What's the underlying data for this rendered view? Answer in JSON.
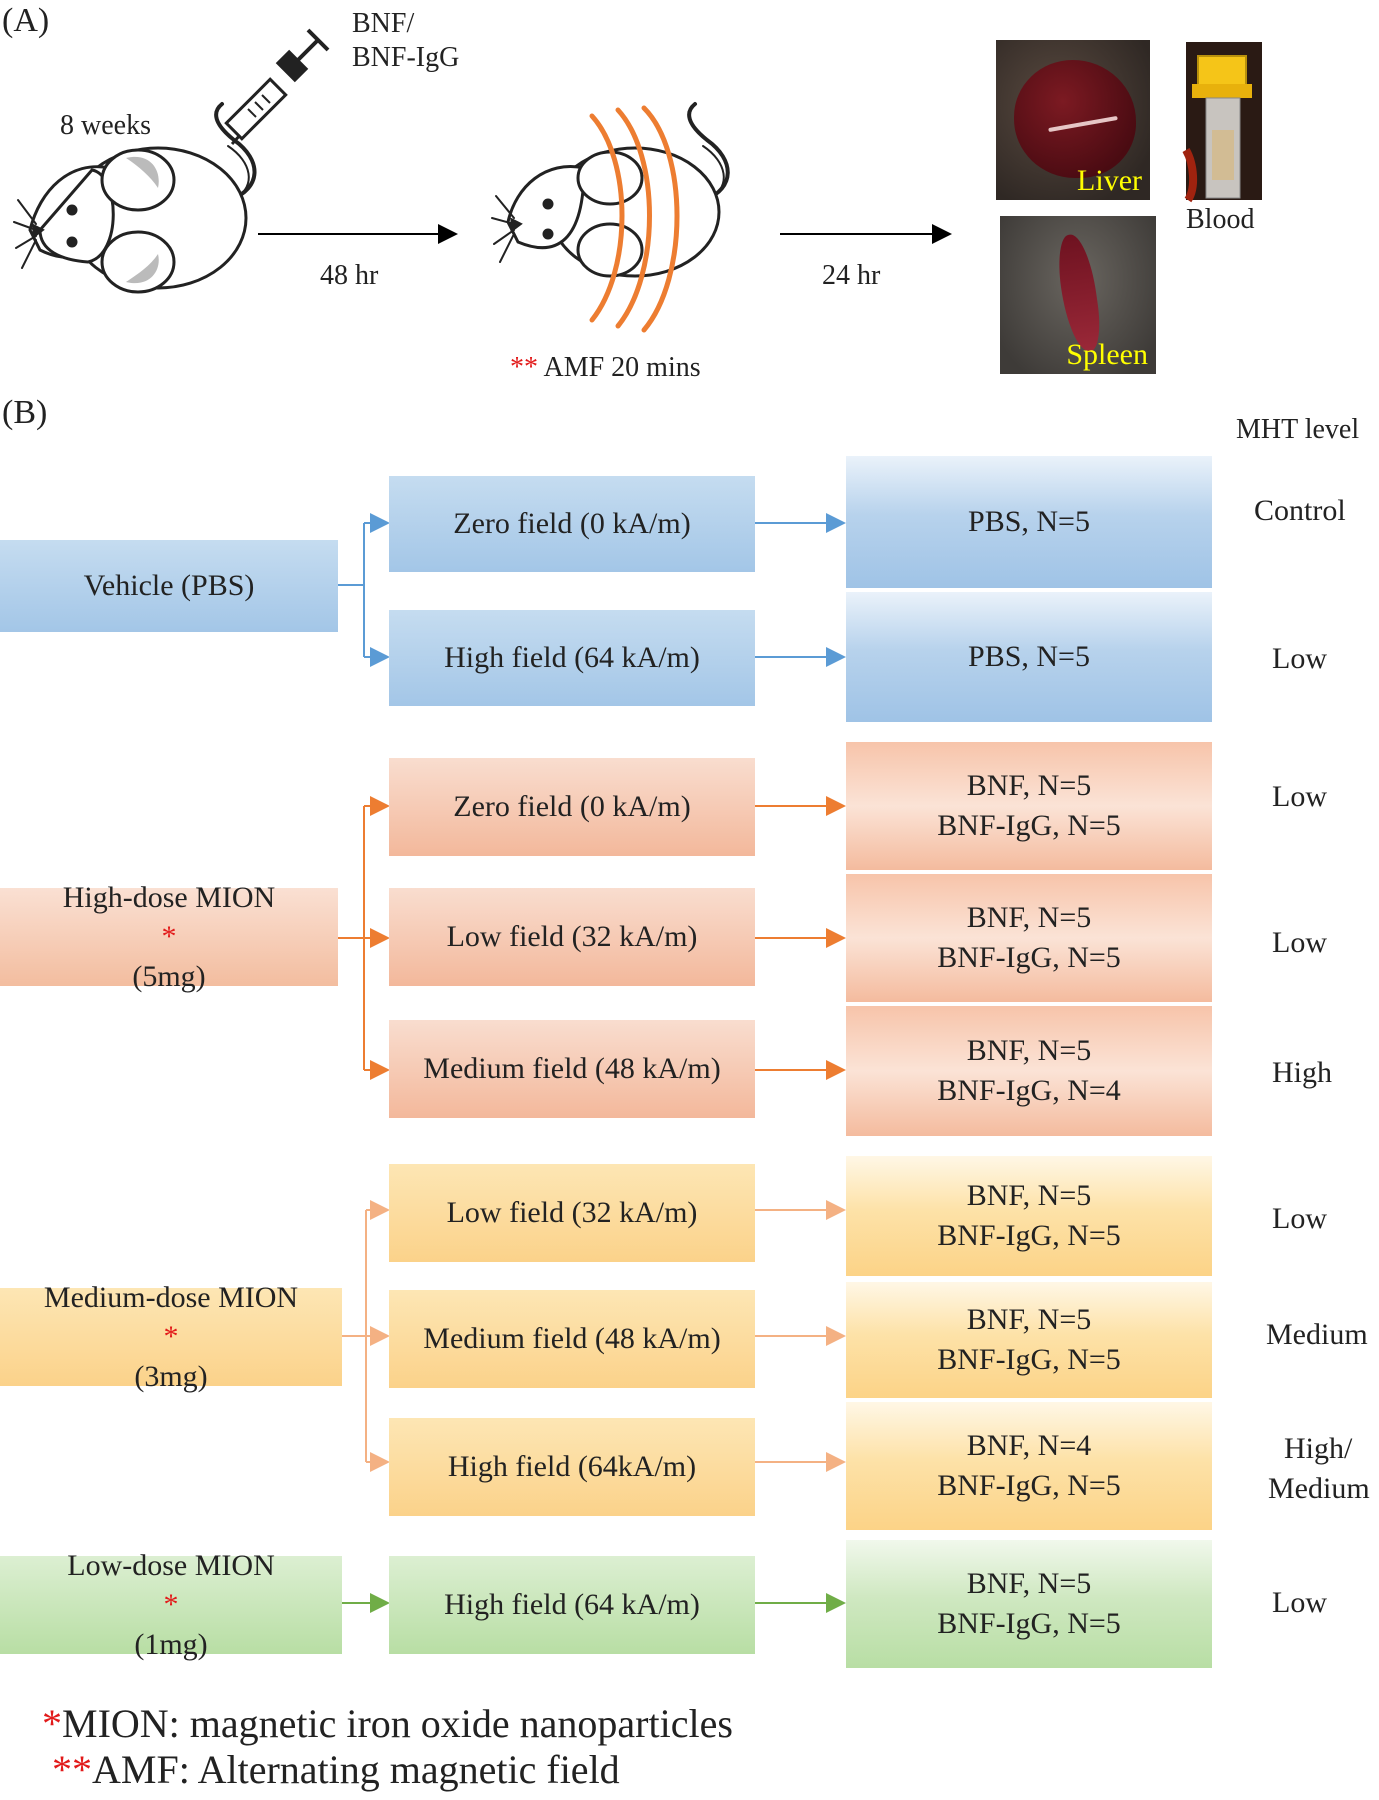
{
  "panel_a": {
    "label": "(A)",
    "injection_label_1": "BNF/",
    "injection_label_2": "BNF-IgG",
    "age_label": "8 weeks",
    "step1_time": "48 hr",
    "amf_marker": "**",
    "amf_label": "AMF 20 mins",
    "step2_time": "24 hr",
    "liver_label": "Liver",
    "spleen_label": "Spleen",
    "blood_label": "Blood"
  },
  "panel_b": {
    "label": "(B)",
    "mht_header": "MHT level",
    "vehicle": {
      "label": "Vehicle (PBS)"
    },
    "high_dose": {
      "line1": "High-dose MION",
      "star": "*",
      "line2": "(5mg)"
    },
    "medium_dose": {
      "line1": "Medium-dose MION",
      "star": "*",
      "line2": "(3mg)"
    },
    "low_dose": {
      "line1": "Low-dose MION",
      "star": "*",
      "line2": "(1mg)"
    },
    "rows": [
      {
        "field": "Zero field (0 kA/m)",
        "result1": "PBS, N=5",
        "result2": "",
        "mht": "Control"
      },
      {
        "field": "High field (64 kA/m)",
        "result1": "PBS, N=5",
        "result2": "",
        "mht": "Low"
      },
      {
        "field": "Zero field (0 kA/m)",
        "result1": "BNF, N=5",
        "result2": "BNF-IgG, N=5",
        "mht": "Low"
      },
      {
        "field": "Low field (32 kA/m)",
        "result1": "BNF, N=5",
        "result2": "BNF-IgG, N=5",
        "mht": "Low"
      },
      {
        "field": "Medium field (48 kA/m)",
        "result1": "BNF, N=5",
        "result2": "BNF-IgG, N=4",
        "mht": "High"
      },
      {
        "field": "Low field (32 kA/m)",
        "result1": "BNF, N=5",
        "result2": "BNF-IgG, N=5",
        "mht": "Low"
      },
      {
        "field": "Medium field (48 kA/m)",
        "result1": "BNF, N=5",
        "result2": "BNF-IgG, N=5",
        "mht": "Medium"
      },
      {
        "field": "High field (64kA/m)",
        "result1": "BNF, N=4",
        "result2": "BNF-IgG, N=5",
        "mht": "High/",
        "mht2": "Medium"
      },
      {
        "field": "High field (64 kA/m)",
        "result1": "BNF, N=5",
        "result2": "BNF-IgG, N=5",
        "mht": "Low"
      }
    ]
  },
  "footnotes": {
    "mion_star": "*",
    "mion_text": "MION: magnetic iron oxide nanoparticles",
    "amf_star": "**",
    "amf_text": "AMF: Alternating magnetic field"
  },
  "colors": {
    "vehicle_arrow": "#5b9bd5",
    "high_dose_arrow": "#ed7d31",
    "medium_dose_arrow": "#f4b183",
    "low_dose_arrow": "#70ad47",
    "coil": "#ed7d31",
    "star": "#e21a1a"
  }
}
